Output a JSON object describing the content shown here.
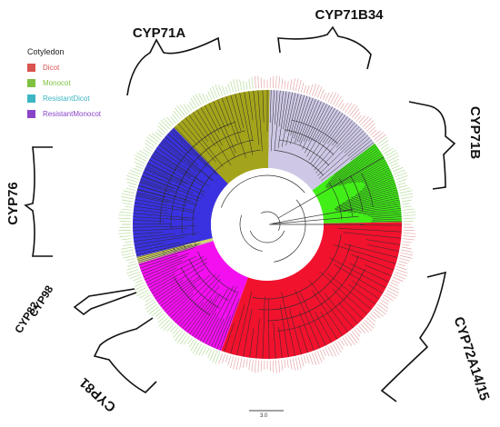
{
  "legend": {
    "title": "Cotyledon",
    "items": [
      {
        "label": "Dicot",
        "color": "#d9534f"
      },
      {
        "label": "Monocot",
        "color": "#7fc241"
      },
      {
        "label": "ResistantDicot",
        "color": "#3cb6c4"
      },
      {
        "label": "ResistantMonocot",
        "color": "#8a44c9"
      }
    ]
  },
  "clades": [
    {
      "label": "CYP71A",
      "color": "#a4a41c"
    },
    {
      "label": "CYP71B34",
      "color": "#cec8e6"
    },
    {
      "label": "CYP71B",
      "color": "#41ee17"
    },
    {
      "label": "CYP72A14/15",
      "color": "#f1122d"
    },
    {
      "label": "CYP81",
      "color": "#f40ff0"
    },
    {
      "label": "CYP82",
      "color": "#c8c888"
    },
    {
      "label": "CYP98",
      "color": "#d8d85a"
    },
    {
      "label": "CYP76",
      "color": "#3a32e0"
    }
  ],
  "scale_bar": {
    "label": "3.0"
  }
}
